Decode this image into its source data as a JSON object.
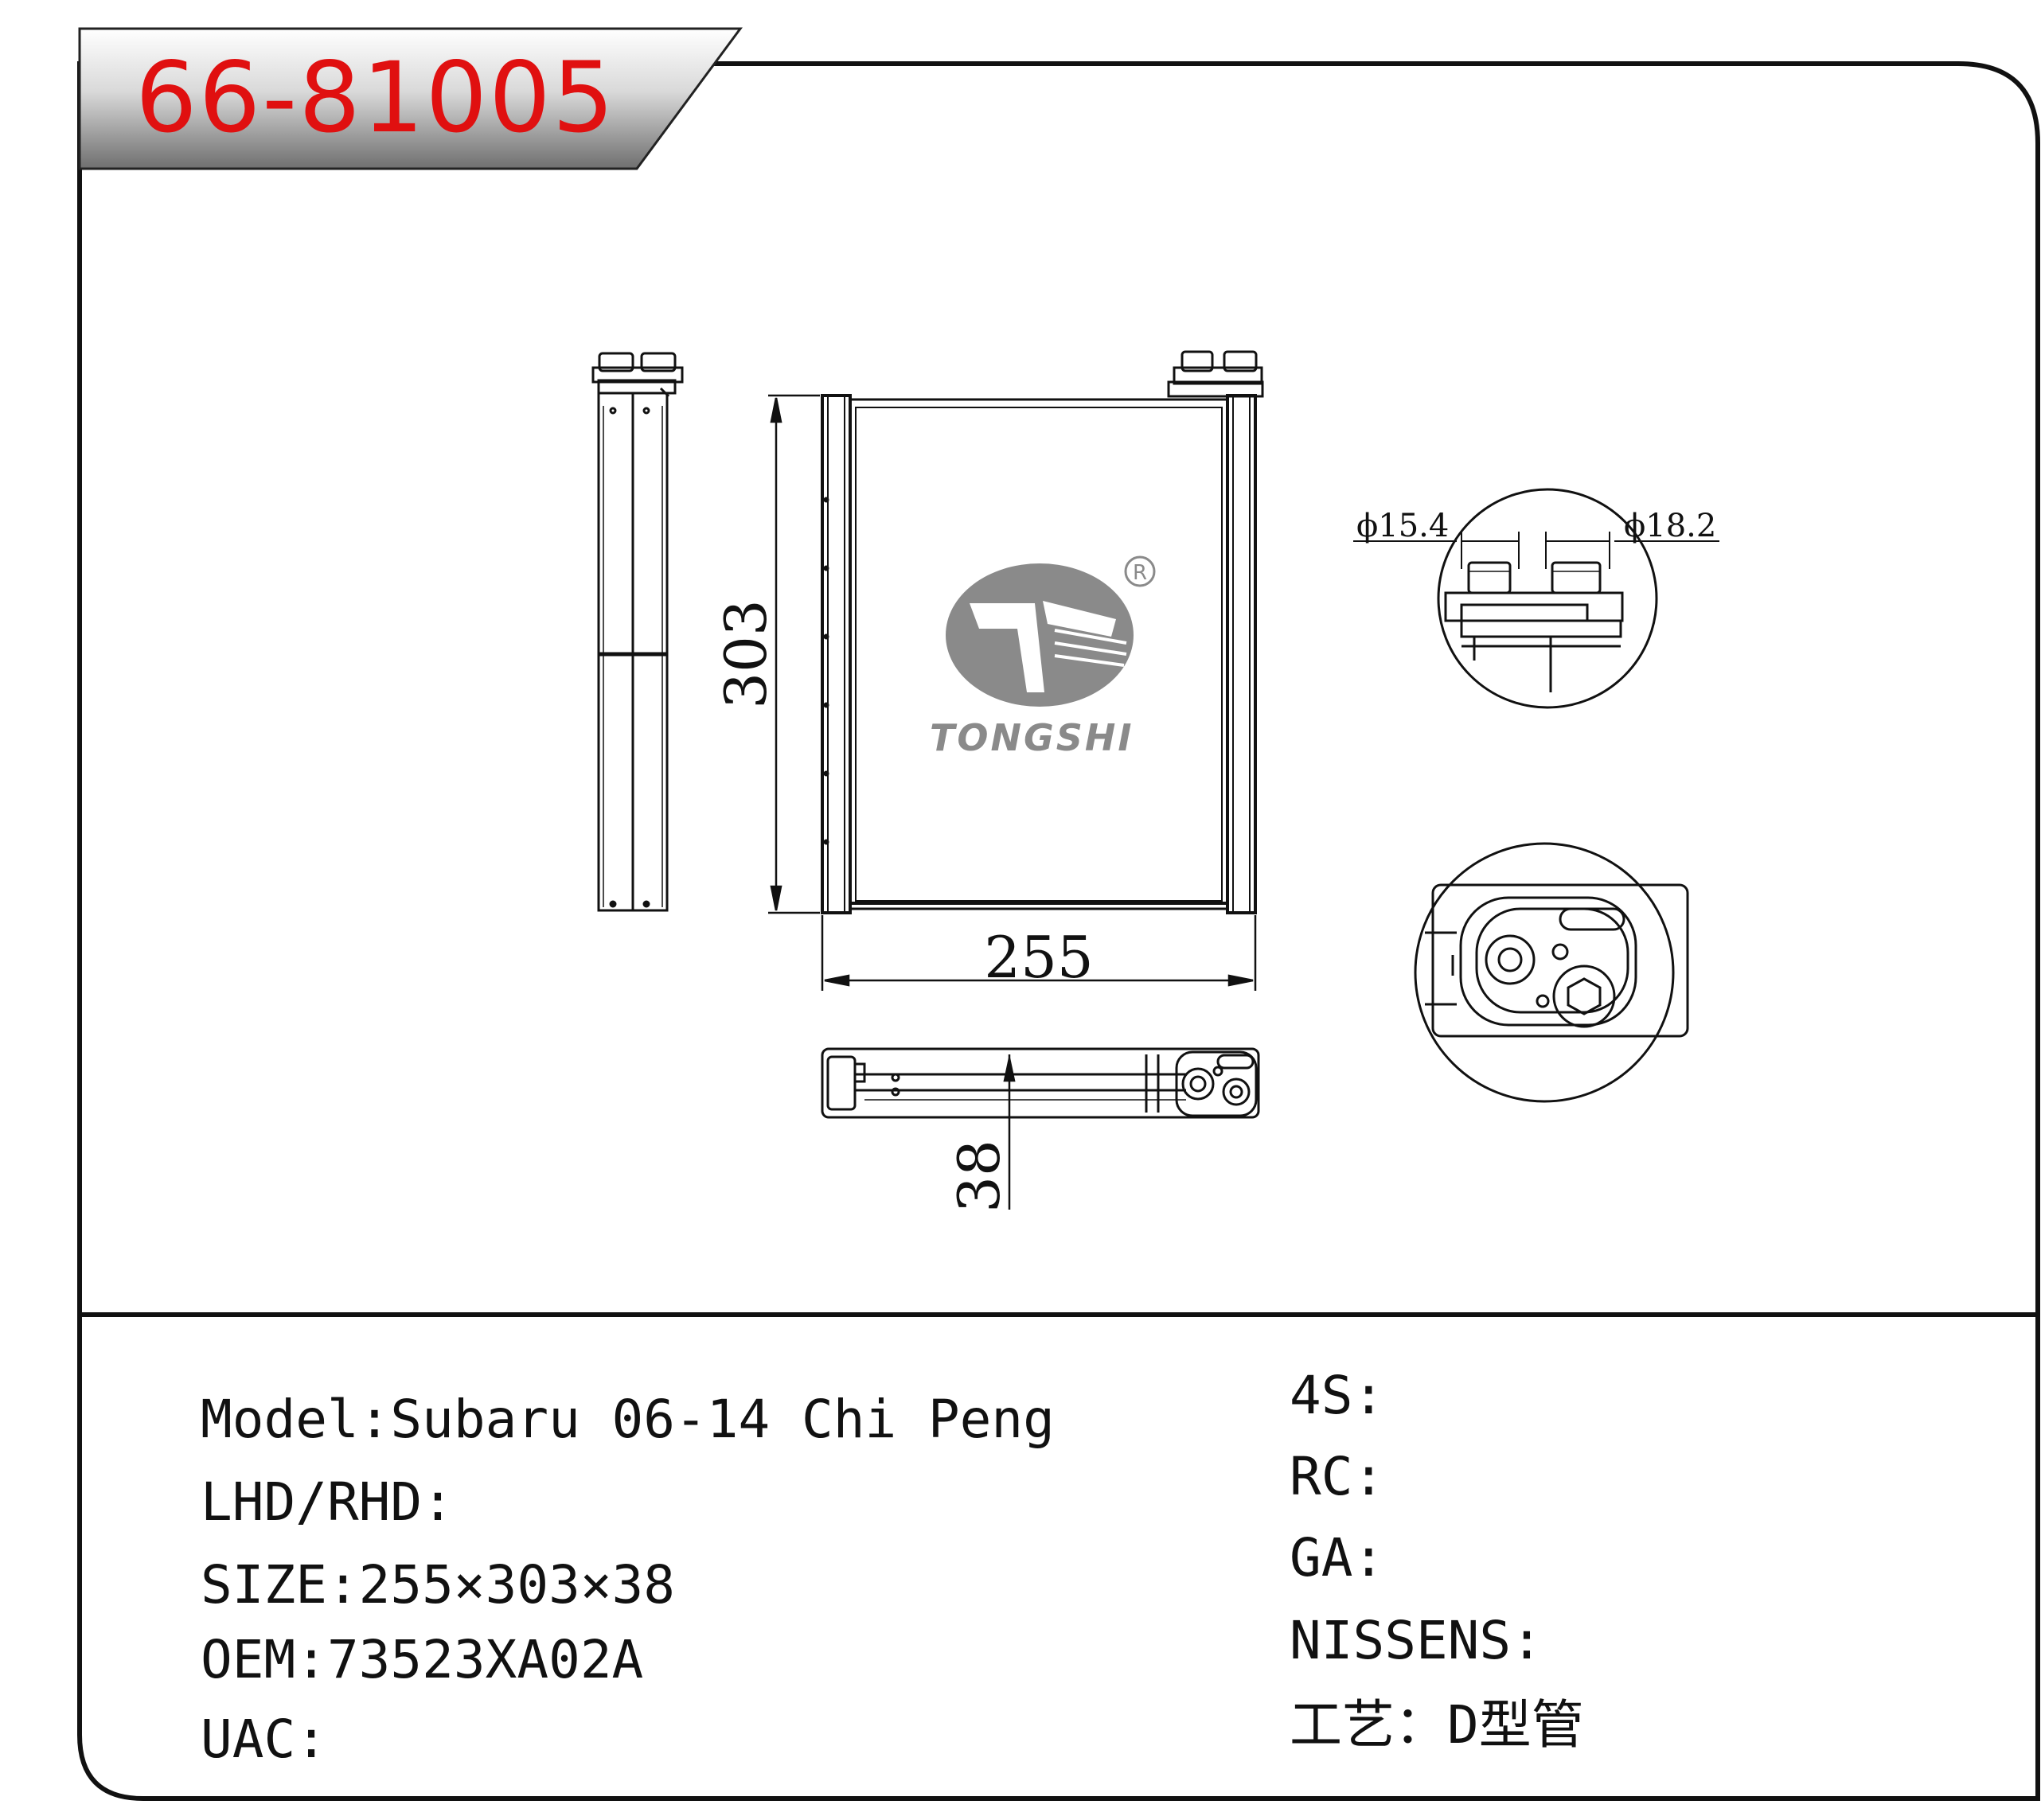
{
  "part_number": "66-81005",
  "brand": "TONGSHI",
  "dimensions": {
    "height": "303",
    "width": "255",
    "thickness": "38"
  },
  "fittings": {
    "left": "ϕ15.4",
    "right": "ϕ18.2"
  },
  "specs_left": [
    "Model:Subaru 06-14 Chi Peng",
    "LHD/RHD:",
    "SIZE:255×303×38",
    "OEM:73523XA02A",
    "UAC:"
  ],
  "specs_right": [
    "4S:",
    "RC:",
    "GA:",
    "NISSENS:",
    "工艺：D型管"
  ],
  "colors": {
    "part_number": "#e01010",
    "logo": "#8a8a8a",
    "line": "#111111"
  },
  "icons": [
    "registered-mark-icon",
    "tongshi-logo-icon"
  ]
}
